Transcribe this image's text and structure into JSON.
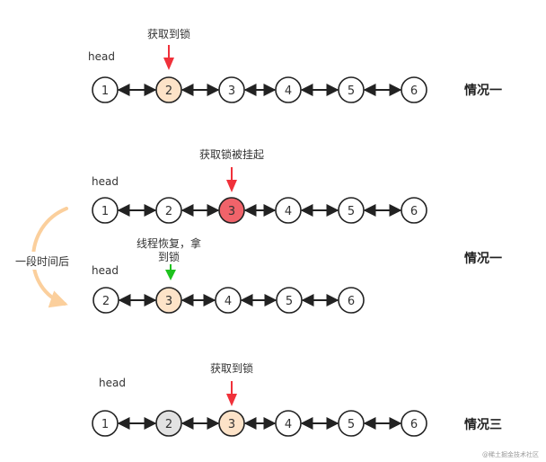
{
  "colors": {
    "node_default": "#ffffff",
    "node_highlight": "#fde3c8",
    "node_suspended": "#f0636a",
    "node_released": "#e2e2e2",
    "arrow_red": "#f0313a",
    "arrow_green": "#1ec21e",
    "curve_orange": "#fbcf9c",
    "stroke": "#222222"
  },
  "sections": [
    {
      "head_label": "head",
      "pointer_label": "获取到锁",
      "pointer_color": "arrow_red",
      "case_label": "情况一",
      "nodes": [
        {
          "label": "1",
          "fill": "node_default"
        },
        {
          "label": "2",
          "fill": "node_highlight"
        },
        {
          "label": "3",
          "fill": "node_default"
        },
        {
          "label": "4",
          "fill": "node_default"
        },
        {
          "label": "5",
          "fill": "node_default"
        },
        {
          "label": "6",
          "fill": "node_default"
        }
      ]
    },
    {
      "head_label": "head",
      "pointer_label": "获取锁被挂起",
      "pointer_color": "arrow_red",
      "case_label": "",
      "nodes": [
        {
          "label": "1",
          "fill": "node_default"
        },
        {
          "label": "2",
          "fill": "node_default"
        },
        {
          "label": "3",
          "fill": "node_suspended"
        },
        {
          "label": "4",
          "fill": "node_default"
        },
        {
          "label": "5",
          "fill": "node_default"
        },
        {
          "label": "6",
          "fill": "node_default"
        }
      ]
    },
    {
      "head_label": "head",
      "pointer_label_line1": "线程恢复，拿",
      "pointer_label_line2": "到锁",
      "pointer_color": "arrow_green",
      "case_label": "情况一",
      "nodes": [
        {
          "label": "2",
          "fill": "node_default"
        },
        {
          "label": "3",
          "fill": "node_highlight"
        },
        {
          "label": "4",
          "fill": "node_default"
        },
        {
          "label": "5",
          "fill": "node_default"
        },
        {
          "label": "6",
          "fill": "node_default"
        }
      ]
    },
    {
      "head_label": "head",
      "pointer_label": "获取到锁",
      "pointer_color": "arrow_red",
      "case_label": "情况三",
      "nodes": [
        {
          "label": "1",
          "fill": "node_default"
        },
        {
          "label": "2",
          "fill": "node_released"
        },
        {
          "label": "3",
          "fill": "node_highlight"
        },
        {
          "label": "4",
          "fill": "node_default"
        },
        {
          "label": "5",
          "fill": "node_default"
        },
        {
          "label": "6",
          "fill": "node_default"
        }
      ]
    }
  ],
  "transition_label": "一段时间后",
  "watermark": "@稀土掘金技术社区"
}
